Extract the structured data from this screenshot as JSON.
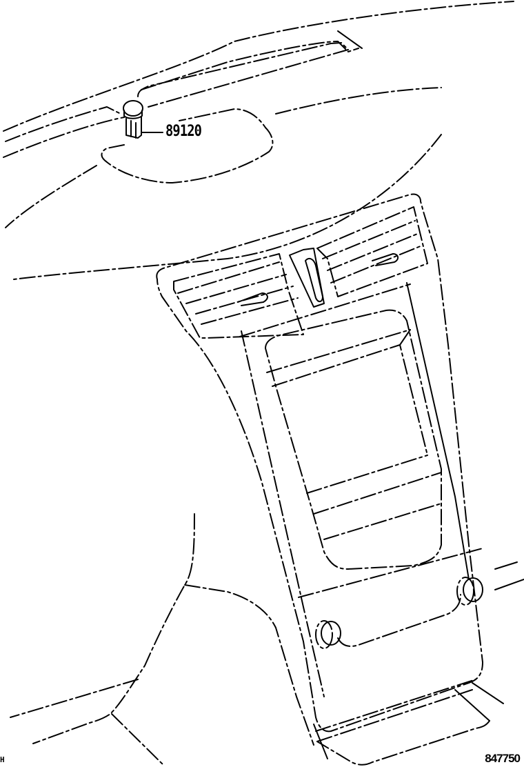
{
  "diagram": {
    "type": "exploded parts illustration",
    "subject": "instrument panel / center cluster with sensor part",
    "callouts": [
      {
        "part_number": "89120",
        "component": "sensor (dashboard-mounted)"
      }
    ],
    "illustration_number": "847750",
    "corner_mark": "H",
    "colors": {
      "line": "#000000",
      "background": "#ffffff"
    }
  }
}
